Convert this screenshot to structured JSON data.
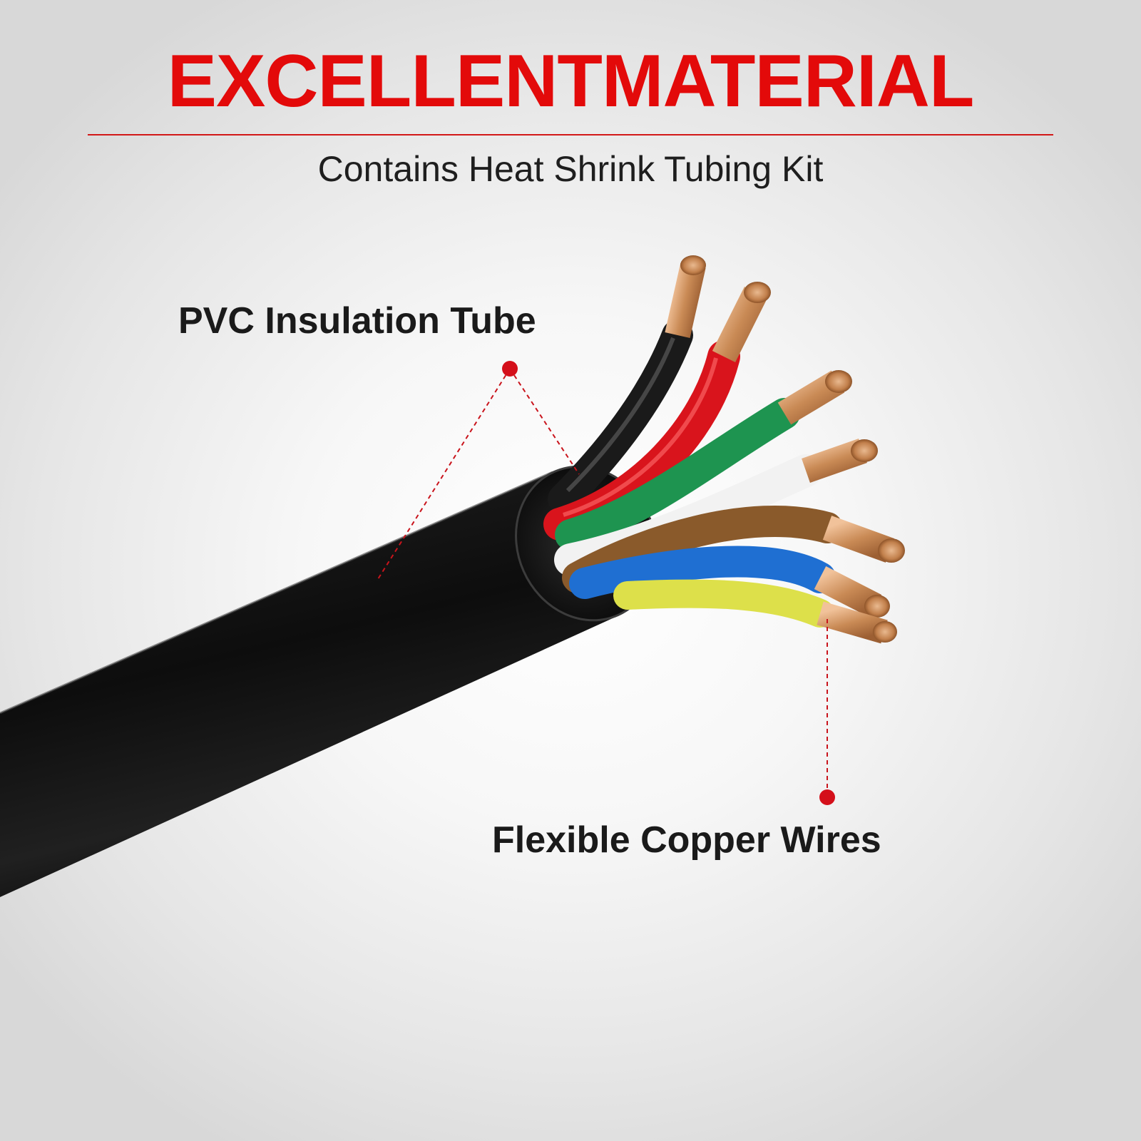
{
  "header": {
    "title": "EXCELLENTMATERIAL",
    "subtitle": "Contains Heat Shrink Tubing Kit"
  },
  "callouts": {
    "pvc_label": "PVC Insulation Tube",
    "copper_label": "Flexible Copper Wires"
  },
  "colors": {
    "title": "#e30a0a",
    "callout_marker": "#d40f1a",
    "jacket": "#141414",
    "copper": "#c98a55"
  },
  "wires": [
    {
      "name": "black",
      "color": "#1a1a1a"
    },
    {
      "name": "red",
      "color": "#d9141c"
    },
    {
      "name": "green",
      "color": "#1e9450"
    },
    {
      "name": "white",
      "color": "#f2f2f2"
    },
    {
      "name": "brown",
      "color": "#8a5a2b"
    },
    {
      "name": "blue",
      "color": "#1f6fd2"
    },
    {
      "name": "yellow",
      "color": "#dde04a"
    }
  ]
}
